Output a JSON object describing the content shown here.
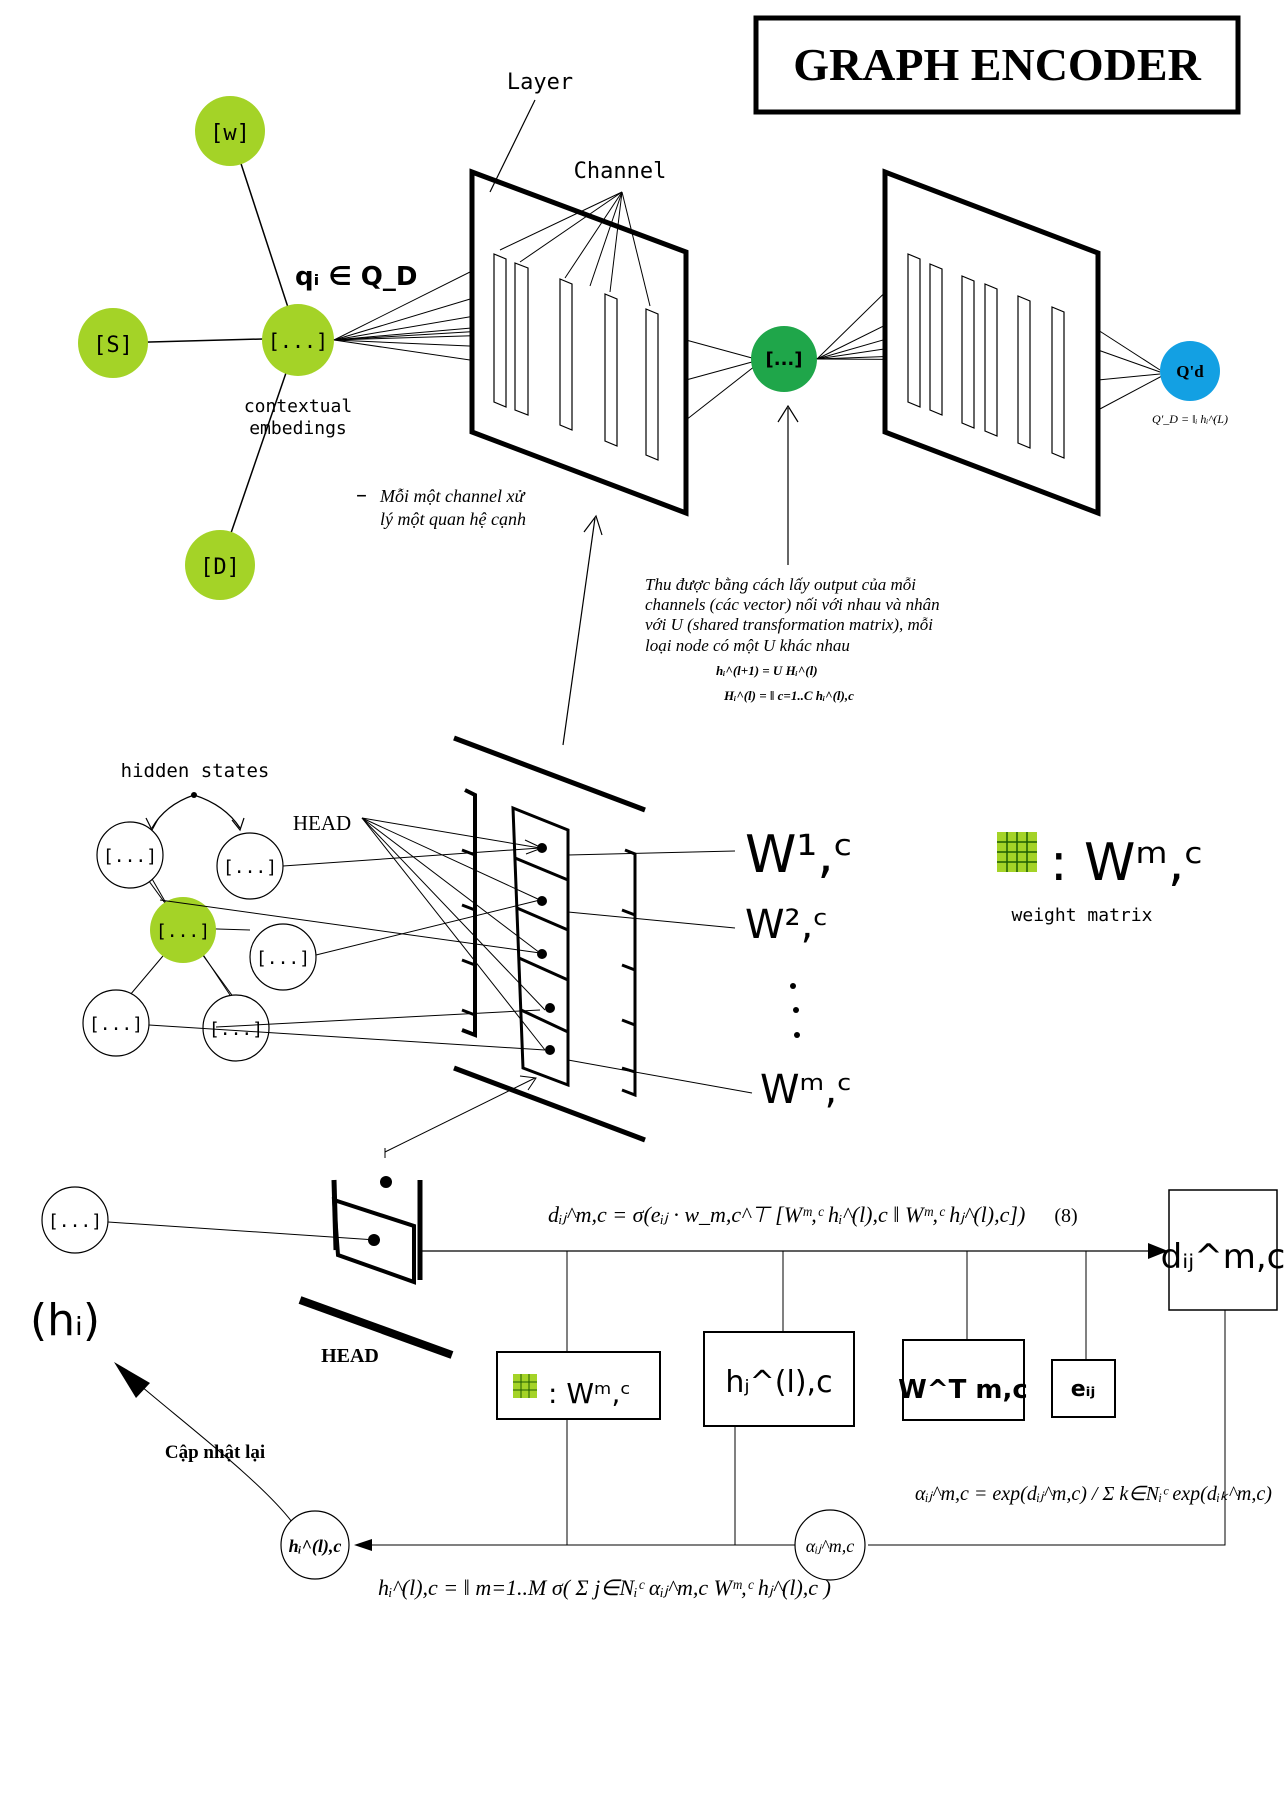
{
  "title": "GRAPH ENCODER",
  "top": {
    "node_w": "[w]",
    "node_s": "[S]",
    "node_d": "[D]",
    "node_center": "[...]",
    "qi_label": "qᵢ ∈ Q_D",
    "contextual_line1": "contextual",
    "contextual_line2": "embedings",
    "layer_label": "Layer",
    "channel_label": "Channel",
    "middle_node": "[...]",
    "output_node": "Q'd",
    "output_formula": "Q′_D = ‖ᵢ hᵢ^(L)",
    "note_line1": "Mỗi một channel xử",
    "note_line2": "lý một quan hệ cạnh",
    "desc_line1": "Thu được bằng cách lấy output của mỗi",
    "desc_line2": "channels (các vector) nối với nhau và nhân",
    "desc_line3": "với U (shared transformation matrix), mỗi",
    "desc_line4": "loại node có một U khác nhau",
    "formula1": "hᵢ^(l+1) = U Hᵢ^(l)",
    "formula2": "Hᵢ^(l) = ‖ c=1..C hᵢ^(l),c"
  },
  "middle": {
    "hidden_states_label": "hidden states",
    "head_label": "HEAD",
    "graph_node": "[...]",
    "w1": "W¹,ᶜ",
    "w2": "W²,ᶜ",
    "wm": "Wᵐ,ᶜ",
    "legend_symbol": ": Wᵐ,ᶜ",
    "legend_caption": "weight matrix",
    "grid_color": "#a4d327"
  },
  "bottom": {
    "node": "[...]",
    "hi_label": "(hᵢ)",
    "head_label": "HEAD",
    "eq_d": "dᵢⱼ^m,c = σ(eᵢⱼ · w_m,c^⊤ [Wᵐ,ᶜ hᵢ^(l),c ‖ Wᵐ,ᶜ hⱼ^(l),c])",
    "eq_number": "(8)",
    "d_box": "dᵢⱼ^m,c",
    "box_w": ": Wᵐ,ᶜ",
    "box_hj": "hⱼ^(l),c",
    "box_wt": "W^T m,c",
    "box_eij": "eᵢⱼ",
    "alpha_formula": "αᵢⱼ^m,c = exp(dᵢⱼ^m,c) / Σ k∈Nᵢᶜ exp(dᵢₖ^m,c)",
    "alpha_node": "αᵢⱼ^m,c",
    "h_node": "hᵢ^(l),c",
    "update_label": "Cập nhật lại",
    "final_formula": "hᵢ^(l),c = ‖ m=1..M σ( Σ j∈Nᵢᶜ αᵢⱼ^m,c Wᵐ,ᶜ hⱼ^(l),c )"
  },
  "colors": {
    "lime": "#a4d327",
    "green": "#1fa64a",
    "blue": "#13a0e3",
    "black": "#000000"
  }
}
